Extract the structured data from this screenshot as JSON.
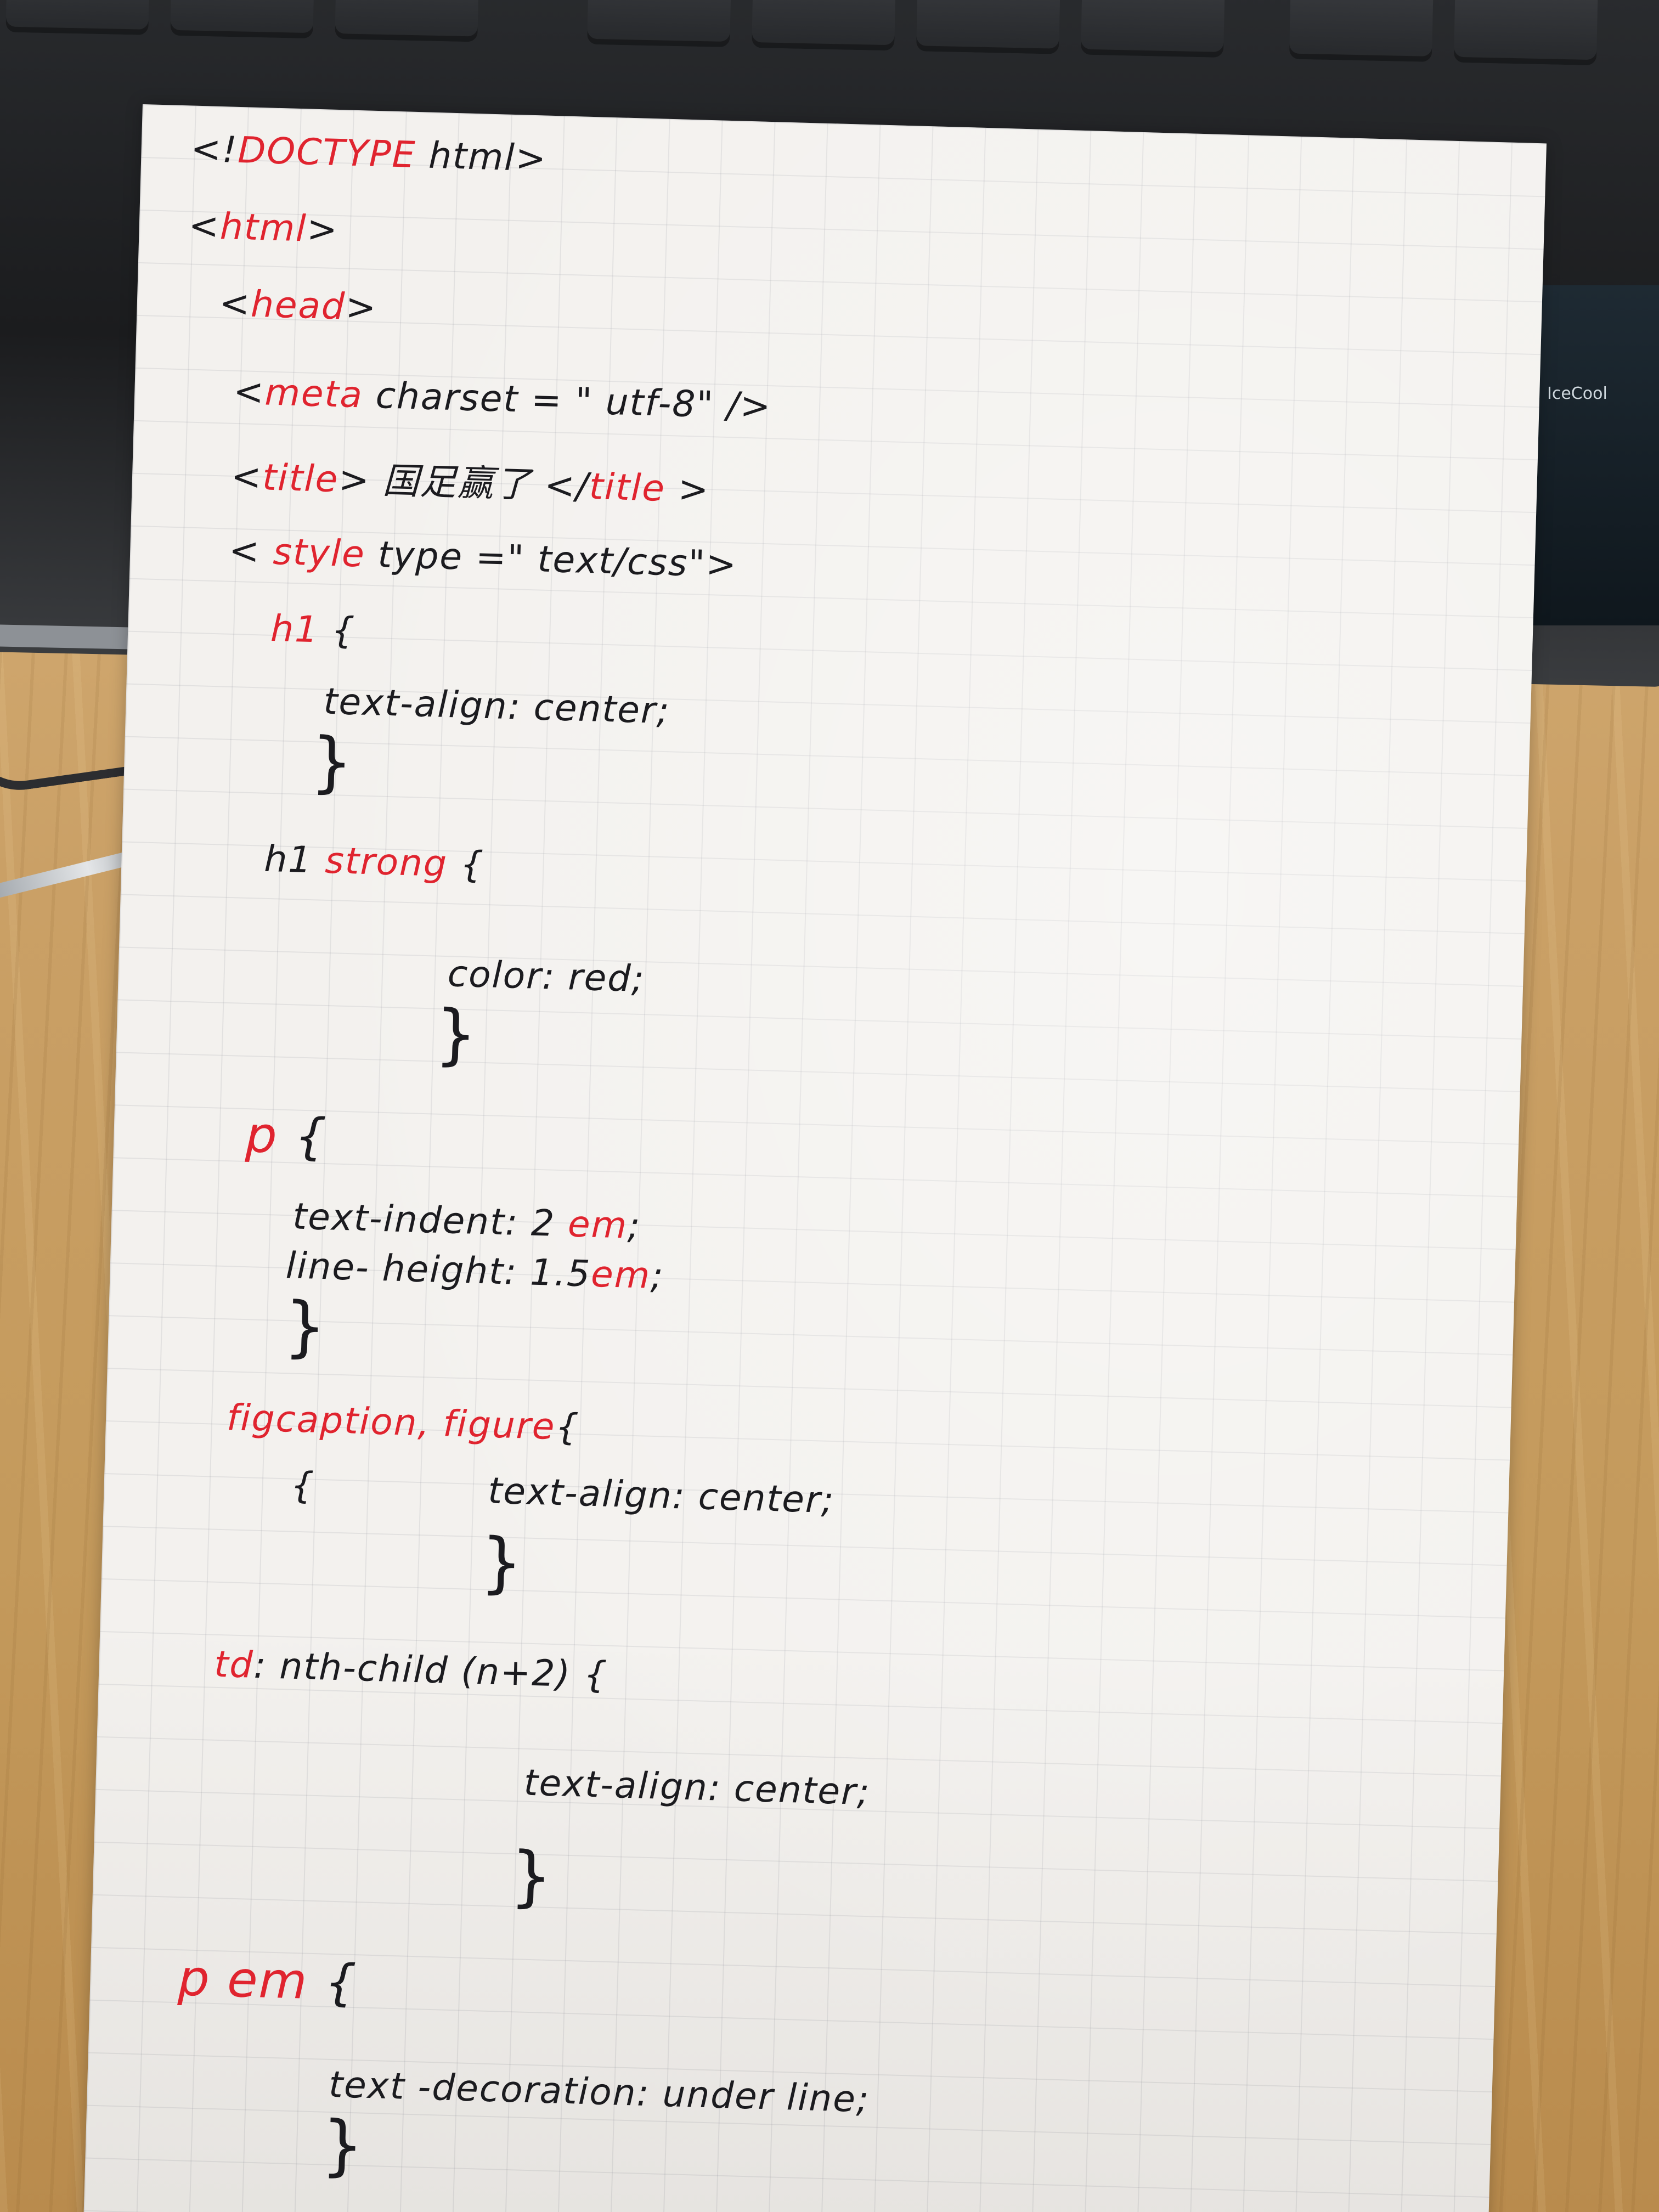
{
  "code_lines": {
    "l1": [
      "<!",
      "DOCTYPE",
      " html>"
    ],
    "l2": [
      "<",
      "html",
      ">"
    ],
    "l3": [
      "<",
      "head",
      ">"
    ],
    "l4": [
      "<",
      "meta",
      " charset = \" utf-8\" />"
    ],
    "l5": [
      "<",
      "title",
      ">  国足赢了 </",
      "title",
      " >"
    ],
    "l6": [
      "< ",
      "style",
      "  type =\" text/css\">"
    ],
    "l7": [
      "h1",
      " {"
    ],
    "l8": "text-align: center;",
    "l9": "}",
    "l10": [
      "h1",
      " strong",
      " {"
    ],
    "l11": "color: red;",
    "l12": "}",
    "l13": [
      "p",
      " {"
    ],
    "l14": [
      "text-indent: 2 ",
      "em",
      ";"
    ],
    "l15": [
      "line- height: 1.5",
      "em",
      ";"
    ],
    "l16": "}",
    "l17": [
      "figcaption, figure",
      "{"
    ],
    "l18": "{",
    "l19": "text-align: center;",
    "l20": "}",
    "l21": [
      "td",
      ": nth-child (n+2) {"
    ],
    "l22": "text-align: center;",
    "l23": "}",
    "l24": [
      "p",
      "  em",
      " {"
    ],
    "l25": "text -decoration: under line;",
    "l26": "}"
  },
  "background": {
    "box_label": "IceCool"
  },
  "colors": {
    "ink_red": "#e0242f",
    "ink_black": "#1b1b1f",
    "paper": "#f3f1ee"
  }
}
